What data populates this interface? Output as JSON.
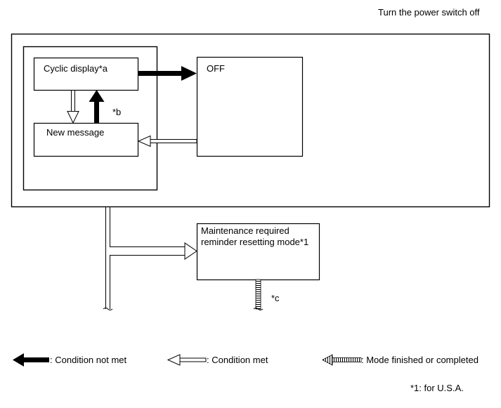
{
  "header": {
    "title": "Turn the power switch off"
  },
  "boxes": {
    "cyclic_display": "Cyclic display*a",
    "off": "OFF",
    "new_message": "New message",
    "maintenance_line1": "Maintenance required",
    "maintenance_line2": "reminder resetting mode*1"
  },
  "notes": {
    "b": "*b",
    "c": "*c"
  },
  "legend": {
    "condition_not_met": ": Condition not met",
    "condition_met": ": Condition met",
    "mode_finished": ": Mode finished or completed"
  },
  "footnote": "*1: for U.S.A.",
  "colors": {
    "line": "#000000",
    "background": "#ffffff"
  }
}
